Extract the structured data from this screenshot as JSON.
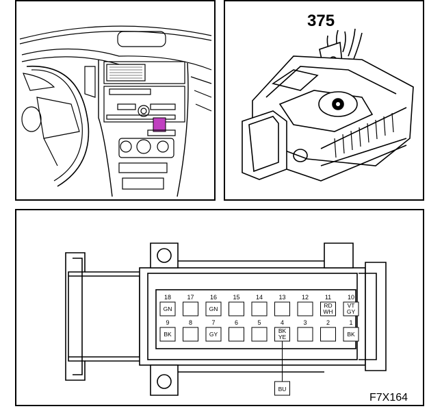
{
  "part_number": "375",
  "figure_code": "F7X164",
  "connector": {
    "top_row": [
      {
        "pin": "18",
        "code": "GN"
      },
      {
        "pin": "17",
        "code": ""
      },
      {
        "pin": "16",
        "code": "GN"
      },
      {
        "pin": "15",
        "code": ""
      },
      {
        "pin": "14",
        "code": ""
      },
      {
        "pin": "13",
        "code": ""
      },
      {
        "pin": "12",
        "code": ""
      },
      {
        "pin": "11",
        "code": "RD\nWH"
      },
      {
        "pin": "10",
        "code": "VT\nGY"
      }
    ],
    "bottom_row": [
      {
        "pin": "9",
        "code": "BK"
      },
      {
        "pin": "8",
        "code": ""
      },
      {
        "pin": "7",
        "code": "GY"
      },
      {
        "pin": "6",
        "code": ""
      },
      {
        "pin": "5",
        "code": ""
      },
      {
        "pin": "4",
        "code": "BK\nYE"
      },
      {
        "pin": "3",
        "code": ""
      },
      {
        "pin": "2",
        "code": ""
      },
      {
        "pin": "1",
        "code": "BK"
      }
    ],
    "wire_label": "BU"
  },
  "colors": {
    "line": "#000000",
    "highlight": "#c040c0",
    "background": "#ffffff"
  }
}
